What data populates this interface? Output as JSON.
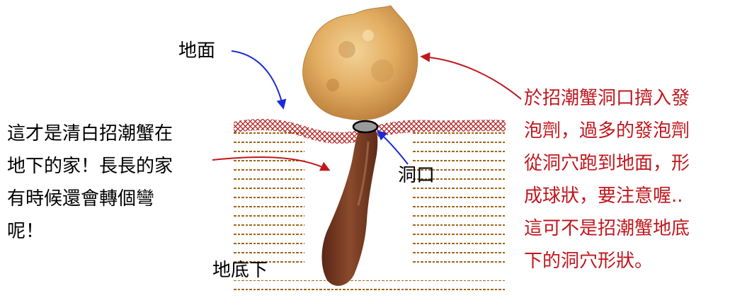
{
  "labels": {
    "ground": "地面",
    "hole": "洞口",
    "underground": "地底下"
  },
  "left_note": {
    "lines": [
      "這才是清白招潮蟹在",
      "地下的家！長長的家",
      "有時候還會轉個彎",
      "呢！"
    ]
  },
  "right_note": {
    "lines": [
      "於招潮蟹洞口擠入發",
      "泡劑，過多的發泡劑",
      "從洞穴跑到地面，形",
      "成球狀，要注意喔..",
      "這可不是招潮蟹地底",
      "下的洞穴形狀。"
    ]
  },
  "colors": {
    "ground_arrow": "#1a2bd6",
    "red_arrow": "#c0171d",
    "hatch": "#b01a1a",
    "soil_dash": "#a0661a",
    "foam": "#e6b46a",
    "burrow": "#7a3a22"
  }
}
